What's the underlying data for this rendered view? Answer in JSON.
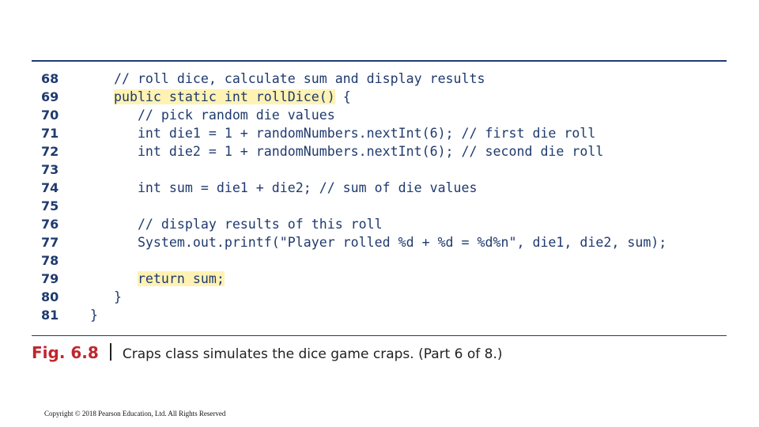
{
  "code": {
    "lines": [
      {
        "num": "68",
        "indent": "    ",
        "text": "// roll dice, calculate sum and display results",
        "highlight": false
      },
      {
        "num": "69",
        "indent": "    ",
        "text": "public static int rollDice()",
        "after": " {",
        "highlight": true
      },
      {
        "num": "70",
        "indent": "       ",
        "text": "// pick random die values",
        "highlight": false
      },
      {
        "num": "71",
        "indent": "       ",
        "text": "int die1 = 1 + randomNumbers.nextInt(6); // first die roll",
        "highlight": false
      },
      {
        "num": "72",
        "indent": "       ",
        "text": "int die2 = 1 + randomNumbers.nextInt(6); // second die roll",
        "highlight": false
      },
      {
        "num": "73",
        "indent": "",
        "text": "",
        "highlight": false
      },
      {
        "num": "74",
        "indent": "       ",
        "text": "int sum = die1 + die2; // sum of die values",
        "highlight": false
      },
      {
        "num": "75",
        "indent": "",
        "text": "",
        "highlight": false
      },
      {
        "num": "76",
        "indent": "       ",
        "text": "// display results of this roll",
        "highlight": false
      },
      {
        "num": "77",
        "indent": "       ",
        "text": "System.out.printf(\"Player rolled %d + %d = %d%n\", die1, die2, sum);",
        "highlight": false
      },
      {
        "num": "78",
        "indent": "",
        "text": "",
        "highlight": false
      },
      {
        "num": "79",
        "indent": "       ",
        "text": "return sum;",
        "highlight": true
      },
      {
        "num": "80",
        "indent": "    ",
        "text": "}",
        "highlight": false
      },
      {
        "num": "81",
        "indent": " ",
        "text": "}",
        "highlight": false
      }
    ]
  },
  "figure": {
    "label": "Fig. 6.8",
    "caption": "Craps class simulates the dice game craps. (Part 6 of 8.)"
  },
  "footer": {
    "copyright": "Copyright © 2018 Pearson Education, Ltd. All Rights Reserved"
  },
  "colors": {
    "code": "#1f3a6e",
    "highlight": "#fff2b3",
    "figure_label": "#c0262e"
  }
}
